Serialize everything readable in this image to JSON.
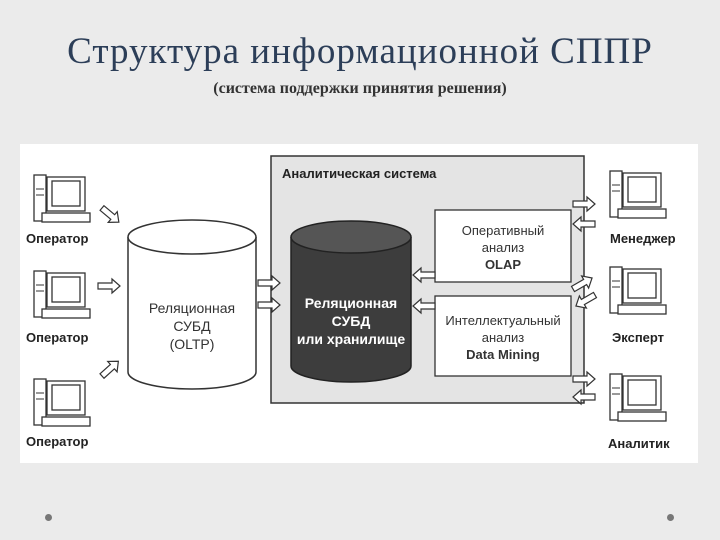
{
  "slide": {
    "title": "Структура информационной СППР",
    "subtitle": "(система поддержки принятия решения)"
  },
  "diagram": {
    "operators": [
      "Оператор",
      "Оператор",
      "Оператор"
    ],
    "relational_db": {
      "line1": "Реляционная",
      "line2": "СУБД",
      "line3": "(OLTP)"
    },
    "analytic_system": {
      "title": "Аналитическая система",
      "warehouse": {
        "line1": "Реляционная",
        "line2": "СУБД",
        "line3": "или хранилище"
      },
      "olap": {
        "line1": "Оперативный",
        "line2": "анализ",
        "line3": "OLAP"
      },
      "data_mining": {
        "line1": "Интеллектуальный",
        "line2": "анализ",
        "line3": "Data Mining"
      }
    },
    "consumers": [
      "Менеджер",
      "Эксперт",
      "Аналитик"
    ]
  }
}
